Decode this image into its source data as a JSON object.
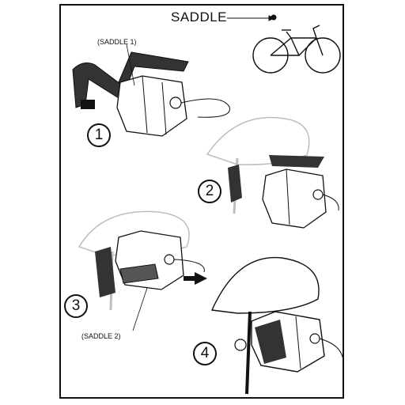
{
  "title": "SADDLE",
  "callouts": {
    "saddle_1": "(SADDLE 1)",
    "saddle_2": "(SADDLE 2)"
  },
  "steps": [
    "1",
    "2",
    "3",
    "4"
  ],
  "colors": {
    "line": "#111111",
    "fill_dark": "#333333",
    "ghost": "#bdbdbd",
    "paper": "#ffffff"
  }
}
